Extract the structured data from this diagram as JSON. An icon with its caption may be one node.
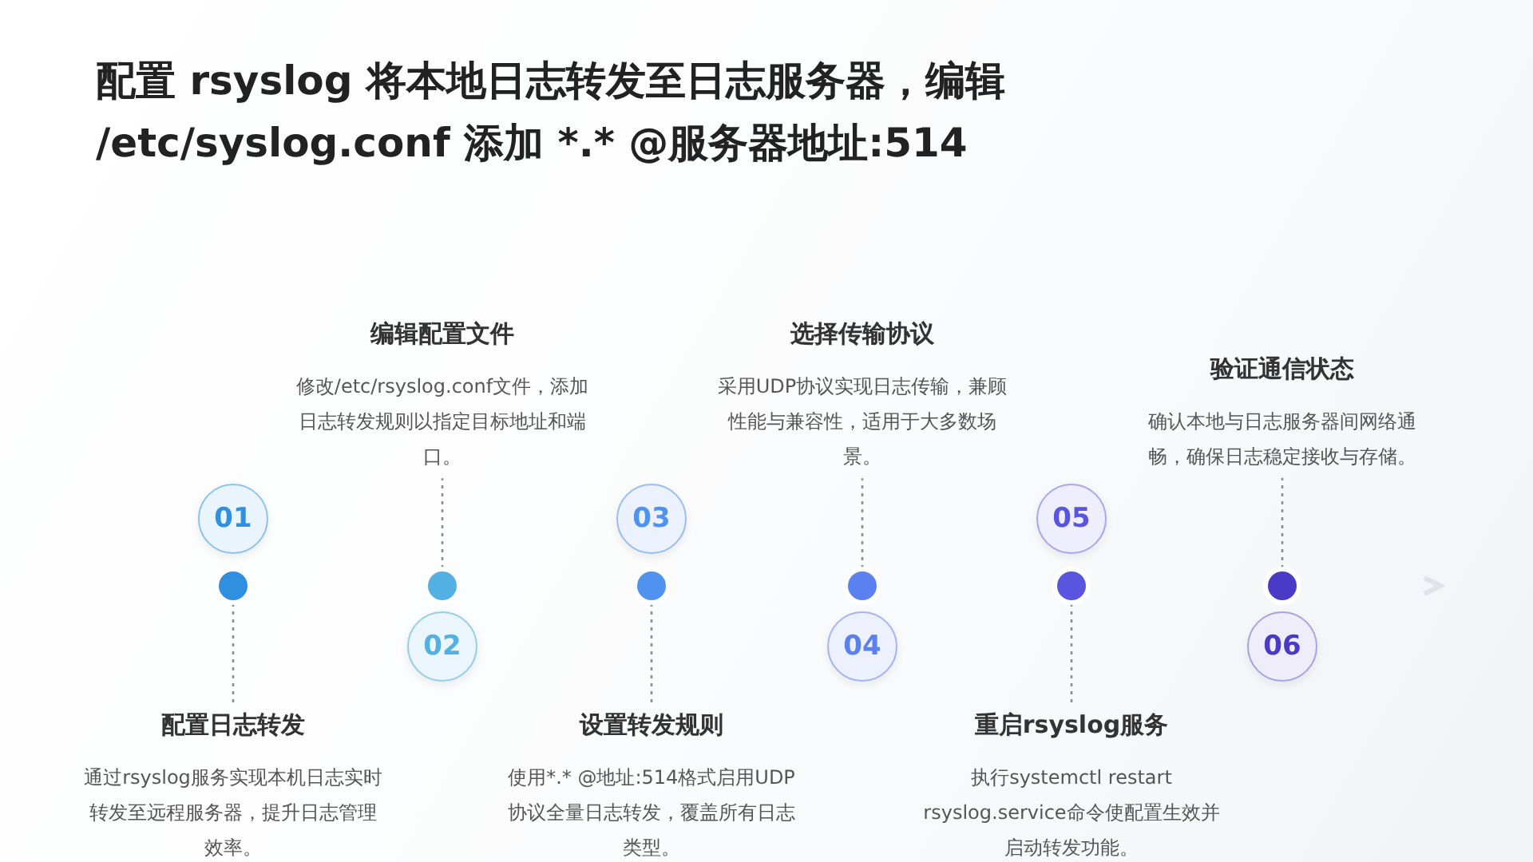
{
  "diagram": {
    "title": "配置 rsyslog 将本地日志转发至日志服务器，编辑 /etc/syslog.conf 添加 *.* @服务器地址:514",
    "nodes": [
      {
        "text": [
          "01"
        ]
      },
      {
        "text": [],
        "shape": "circle"
      },
      {
        "text": [
          "配置日志转发",
          "通过rsyslog服务实现本机日志实时转发至远程服务器，提升日志管理效率。"
        ]
      },
      {
        "text": [
          "02"
        ]
      },
      {
        "text": [],
        "shape": "circle"
      },
      {
        "text": [
          "编辑配置文件",
          "修改/etc/rsyslog.conf文件，添加日志转发规则以指定目标地址和端口。"
        ]
      },
      {
        "text": [
          "03"
        ]
      },
      {
        "text": [],
        "shape": "circle"
      },
      {
        "text": [
          "设置转发规则",
          "使用*.* @地址:514格式启用UDP协议全量日志转发，覆盖所有日志类型。"
        ]
      },
      {
        "text": [
          "04"
        ]
      },
      {
        "text": [],
        "shape": "circle"
      },
      {
        "text": [
          "选择传输协议",
          "采用UDP协议实现日志传输，兼顾性能与兼容性，适用于大多数场景。"
        ]
      },
      {
        "text": [
          "05"
        ]
      },
      {
        "text": [],
        "shape": "circle"
      },
      {
        "text": [
          "重启rsyslog服务",
          "执行systemctl restart rsyslog.service命令使配置生效并启动转发功能。"
        ]
      },
      {
        "text": [
          "06"
        ]
      },
      {
        "text": [],
        "shape": "circle"
      },
      {
        "text": [
          "验证通信状态",
          "确认本地与日志服务器间网络通畅，确保日志稳定接收与存储。"
        ]
      }
    ],
    "edges": [
      {
        "from": 1,
        "to": 2,
        "arrow": "none",
        "style": "dashed"
      },
      {
        "from": 4,
        "to": 5,
        "arrow": "none",
        "style": "dashed"
      },
      {
        "from": 7,
        "to": 8,
        "arrow": "none",
        "style": "dashed"
      },
      {
        "from": 10,
        "to": 11,
        "arrow": "none",
        "style": "dashed"
      },
      {
        "from": 13,
        "to": 14,
        "arrow": "none",
        "style": "dashed"
      },
      {
        "from": 16,
        "to": 17,
        "arrow": "none",
        "style": "dashed"
      }
    ]
  }
}
